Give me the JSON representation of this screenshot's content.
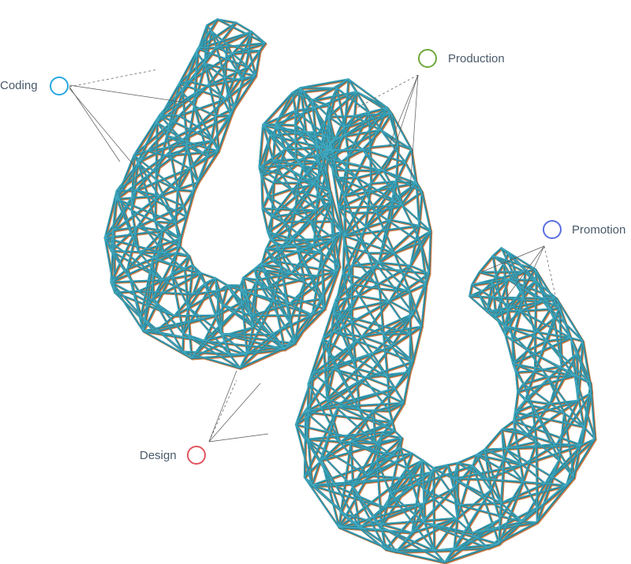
{
  "labels": {
    "coding": {
      "text": "Coding",
      "color": "#29a8e0"
    },
    "production": {
      "text": "Production",
      "color": "#6fa83c"
    },
    "promotion": {
      "text": "Promotion",
      "color": "#5b6ee0"
    },
    "design": {
      "text": "Design",
      "color": "#e0555f"
    }
  },
  "mesh_colors": {
    "strut_main": "#1f7f95",
    "strut_highlight": "#43aac0",
    "strut_accent": "#c87a45",
    "leader_line": "#555555"
  }
}
